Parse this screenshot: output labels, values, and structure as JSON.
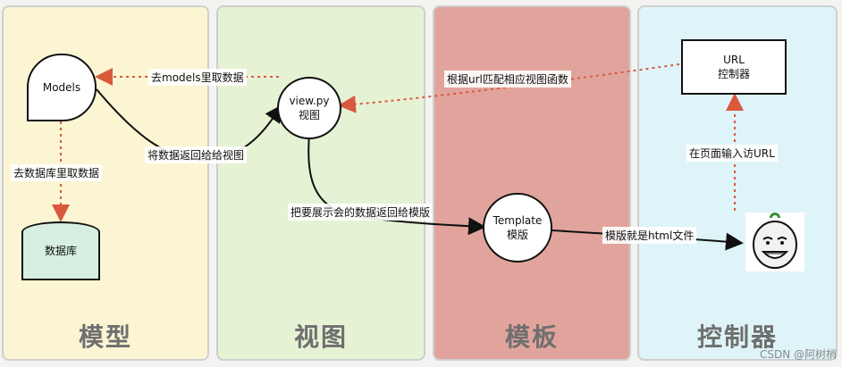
{
  "lanes": {
    "model": "模型",
    "view": "视图",
    "template": "模板",
    "controller": "控制器"
  },
  "nodes": {
    "models": "Models",
    "database": "数据库",
    "view_line1": "view.py",
    "view_line2": "视图",
    "template_line1": "Template",
    "template_line2": "模版",
    "url_line1": "URL",
    "url_line2": "控制器"
  },
  "edges": {
    "view_to_models": "去models里取数据",
    "models_to_db": "去数据库里取数据",
    "models_to_view": "将数据返回给给视图",
    "url_to_view": "根据url匹配相应视图函数",
    "view_to_template": "把要展示会的数据返回给模版",
    "template_to_user": "模版就是html文件",
    "user_to_url": "在页面输入访URL"
  },
  "watermark": "CSDN @阿树梢",
  "colors": {
    "model_lane": "#fbf5d3",
    "view_lane": "#e6f2d4",
    "template_lane": "#e1a49c",
    "controller_lane": "#dff4f8",
    "arrow_dashed": "#d9593d",
    "database_fill": "#d6efe1"
  }
}
